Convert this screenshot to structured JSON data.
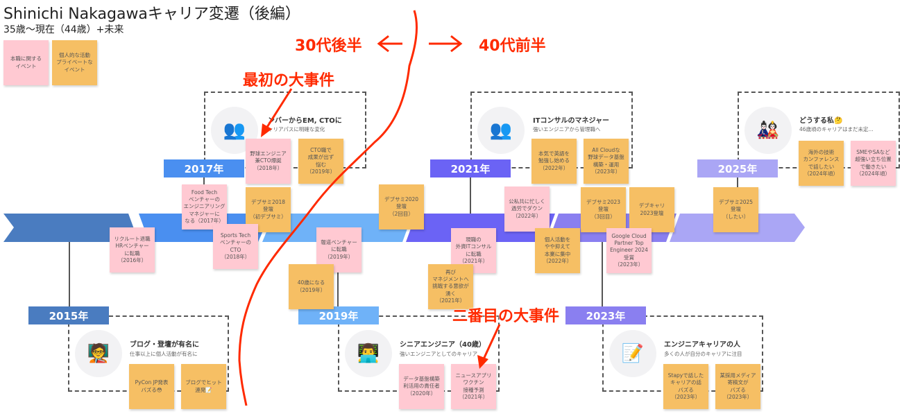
{
  "title": "Shinichi Nakagawaキャリア変遷（後編）",
  "subtitle": "35歳〜現在（44歳）+未来",
  "legend": [
    {
      "label": "本職に関する\nイベント",
      "color": "#ffc9d2"
    },
    {
      "label": "個人的な活動\nプライベートな\nイベント",
      "color": "#f6bf64"
    }
  ],
  "colors": {
    "pink": "#ffc9d2",
    "orange": "#f6bf64",
    "annotation": "#ff2a00"
  },
  "years": [
    {
      "label": "2015年",
      "color": "#4a7cc0"
    },
    {
      "label": "2017年",
      "color": "#4a8ff0"
    },
    {
      "label": "2019年",
      "color": "#6fb2f8"
    },
    {
      "label": "2021年",
      "color": "#6b63f5"
    },
    {
      "label": "2023年",
      "color": "#8a7ff0"
    },
    {
      "label": "2025年",
      "color": "#aaa6f5"
    }
  ],
  "phases": [
    {
      "heading": "ブログ・登壇が有名に",
      "sub": "仕事以上に個人活動が有名に",
      "icon": "speaker-person-icon"
    },
    {
      "heading": "ンバーからEM, CTOに",
      "sub": "ャリアパスに明確な変化",
      "icon": "team-leader-icon"
    },
    {
      "heading": "シニアエンジニア（40歳）",
      "sub": "強いエンジニアとしてのキャリア",
      "icon": "engineer-laptop-icon"
    },
    {
      "heading": "ITコンサルのマネジャー",
      "sub": "強いエンジニアから管理職へ",
      "icon": "team-leader-icon"
    },
    {
      "heading": "エンジニアキャリアの人",
      "sub": "多くの人が自分のキャリアに注目",
      "icon": "writing-person-icon"
    },
    {
      "heading": "どうする私🤔",
      "sub": "46歳頃のキャリアはまだ未定...",
      "icon": "samurai-lord-icon"
    }
  ],
  "notes": [
    {
      "text": "野球エンジニア\n兼CTO爆誕\n（2018年）",
      "type": "pink"
    },
    {
      "text": "CTO職で\n成果が出ず\n悩む\n（2019年）",
      "type": "orange"
    },
    {
      "text": "Food Tech\nベンチャーの\nエンジニアリング\nマネジャーに\nなる（2017年）",
      "type": "pink"
    },
    {
      "text": "デブサミ2018\n登壇\n（初デブサミ）",
      "type": "orange"
    },
    {
      "text": "Sports Tech\nベンチャーの\nCTO\n（2018年）",
      "type": "pink"
    },
    {
      "text": "リクルート退職\nHRベンチャー\nに転職\n（2016年）",
      "type": "pink"
    },
    {
      "text": "報道ベンチャー\nに転職\n（2019年）",
      "type": "pink"
    },
    {
      "text": "40歳になる\n（2019年）",
      "type": "orange"
    },
    {
      "text": "デブサミ2020\n登壇\n（2回目）",
      "type": "orange"
    },
    {
      "text": "本気で英語を\n勉強し始める\n（2022年）",
      "type": "orange"
    },
    {
      "text": "All Cloudな\n野球データ基盤\n構築・運用\n（2023年）",
      "type": "orange"
    },
    {
      "text": "公私共に忙しく\n過労でダウン\n（2022年）",
      "type": "pink"
    },
    {
      "text": "デブサミ2023\n登壇\n（3回目）",
      "type": "orange"
    },
    {
      "text": "デブキャリ\n2023登壇",
      "type": "orange"
    },
    {
      "text": "現職の\n外資ITコンサル\nに転職\n（2021年）",
      "type": "pink"
    },
    {
      "text": "個人活動を\nやや抑えて\n本業に集中\n（2022年）",
      "type": "orange"
    },
    {
      "text": "Google Cloud\nPartner Top\nEngineer 2024\n受賞\n（2023年）",
      "type": "pink"
    },
    {
      "text": "再び\nマネジメントへ\n挑戦する意欲が\n湧く\n（2021年）",
      "type": "orange"
    },
    {
      "text": "デブサミ2025\n登壇\n（したい）",
      "type": "orange"
    },
    {
      "text": "海外の技術\nカンファレンス\nで話したい\n（2024年頃）",
      "type": "orange"
    },
    {
      "text": "SMEやSAなど\n超強い立ち位置\nで働きたい\n（2024年頃）",
      "type": "pink"
    },
    {
      "text": "PyCon JP発表\nバズる😳",
      "type": "orange"
    },
    {
      "text": "ブログでヒット\n連発📝",
      "type": "orange"
    },
    {
      "text": "データ基盤構築\n利活用の責任者\n（2020年）",
      "type": "pink"
    },
    {
      "text": "ニュースアプリ\nワクチン\n接種予測\n（2021年）",
      "type": "pink"
    },
    {
      "text": "Stapyで話した\nキャリアの話\nバズる\n（2023年）",
      "type": "orange"
    },
    {
      "text": "某採用メディア\n寄稿文が\nバズる\n（2023年）",
      "type": "orange"
    }
  ],
  "annotations": {
    "late30s": "30代後半",
    "early40s": "40代前半",
    "first_incident": "最初の大事件",
    "second_incident": "二番目の大事件"
  }
}
